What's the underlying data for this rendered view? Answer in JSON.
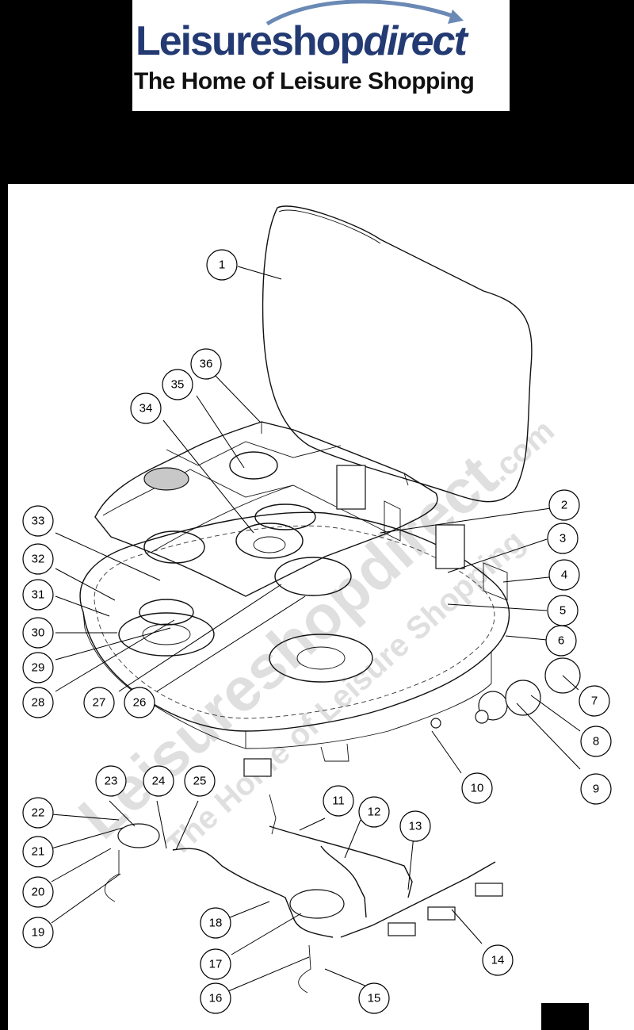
{
  "logo": {
    "brand_regular": "Leisureshop",
    "brand_italic": "direct",
    "tagline": "The Home of Leisure Shopping",
    "brand_color": "#233a73"
  },
  "watermark": {
    "line1": "Leisureshopdirect",
    "line1_suffix": ".com",
    "line2": "The Home of Leisure Shopping"
  },
  "callouts": [
    "1",
    "2",
    "3",
    "4",
    "5",
    "6",
    "7",
    "8",
    "9",
    "10",
    "11",
    "12",
    "13",
    "14",
    "15",
    "16",
    "17",
    "18",
    "19",
    "20",
    "21",
    "22",
    "23",
    "24",
    "25",
    "26",
    "27",
    "28",
    "29",
    "30",
    "31",
    "32",
    "33",
    "34",
    "35",
    "36"
  ]
}
